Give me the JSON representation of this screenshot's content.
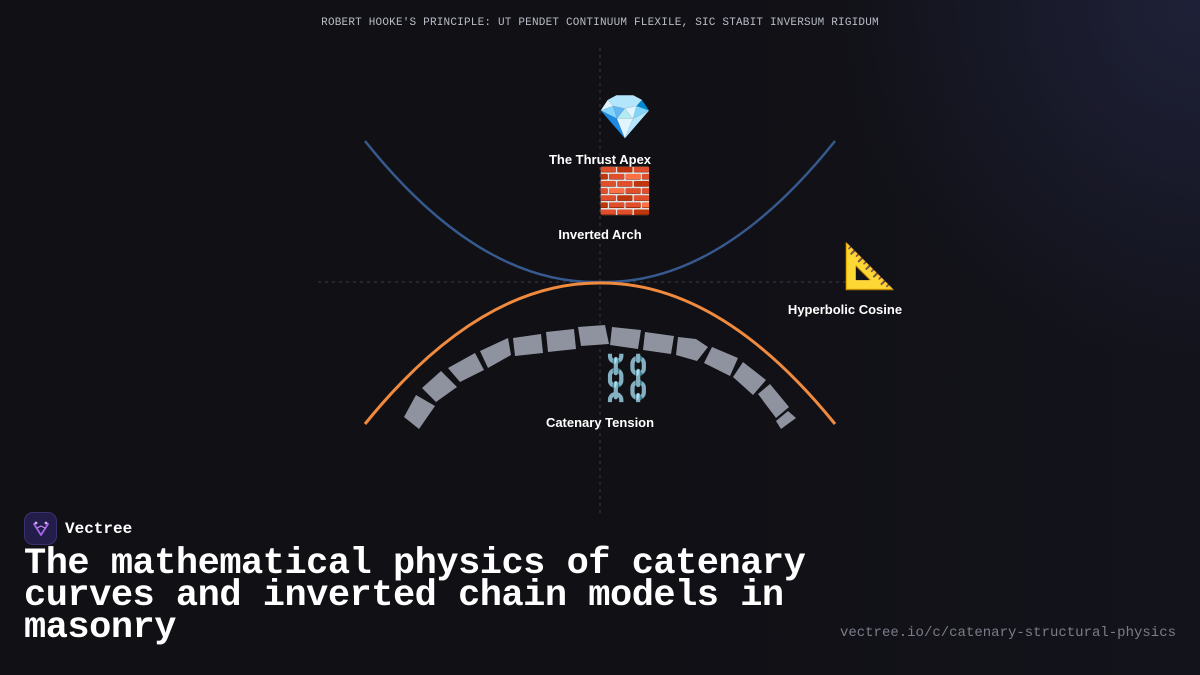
{
  "caption": "ROBERT HOOKE'S PRINCIPLE: UT PENDET CONTINUUM FLEXILE, SIC STABIT INVERSUM RIGIDUM",
  "nodes": [
    {
      "id": "thrust-apex",
      "icon": "gem-icon",
      "emoji": "💎",
      "label": "The Thrust Apex"
    },
    {
      "id": "inverted-arch",
      "icon": "brick-icon",
      "emoji": "🧱",
      "label": "Inverted Arch"
    },
    {
      "id": "hyperbolic-cosine",
      "icon": "triangular-ruler-icon",
      "emoji": "📐",
      "label": "Hyperbolic Cosine"
    },
    {
      "id": "catenary-tension",
      "icon": "chain-icon",
      "emoji": "⛓️",
      "label": "Catenary Tension"
    }
  ],
  "colors": {
    "background": "#101015",
    "hanging_chain_curve": "#36598e",
    "arch_curve": "#f08a3e",
    "voussoir_blocks": "#8e939f",
    "axis_lines": "#3a3d46",
    "brand_accent": "#a466e6"
  },
  "brand": {
    "name": "Vectree",
    "logo_icon": "vectree-logo-icon"
  },
  "title": "The mathematical physics of catenary curves and inverted chain models in masonry",
  "url": "vectree.io/c/catenary-structural-physics"
}
